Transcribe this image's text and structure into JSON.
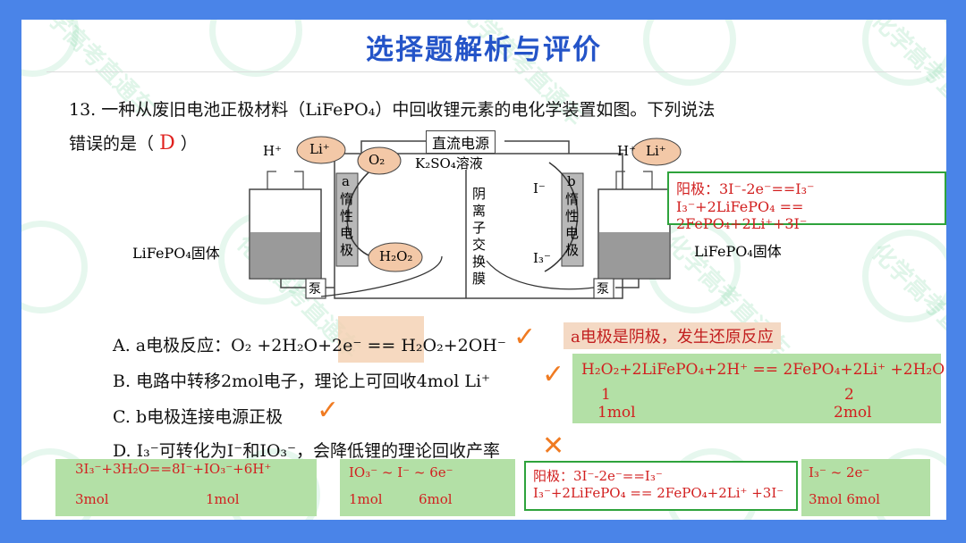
{
  "slide": {
    "title": "选择题解析与评价",
    "watermark": "化学高考直通车"
  },
  "question": {
    "line1": "13. 一种从废旧电池正极材料（LiFePO₄）中回收锂元素的电化学装置如图。下列说法",
    "line2_prefix": "错误的是（",
    "answer": "D",
    "line2_suffix": "）"
  },
  "diagram": {
    "power_label": "直流电源",
    "solution_label": "K₂SO₄溶液",
    "electrode_a": "a",
    "electrode_a_desc": "惰性电极",
    "electrode_b": "b",
    "electrode_b_desc": "惰性电极",
    "membrane_label": "阴离子交换膜",
    "o2": "O₂",
    "h2o2": "H₂O₂",
    "li_ion": "Li⁺",
    "h_ion": "H⁺",
    "i_minus": "I⁻",
    "i3_minus": "I₃⁻",
    "lifepo4_left": "LiFePO₄固体",
    "lifepo4_right": "LiFePO₄固体",
    "pump": "泵"
  },
  "options": {
    "a": "A. a电极反应：O₂ +2H₂O+2e⁻ == H₂O₂+2OH⁻",
    "b": "B. 电路中转移2mol电子，理论上可回收4mol Li⁺",
    "c": "C. b电极连接电源正极",
    "d": "D. I₃⁻可转化为I⁻和IO₃⁻，会降低锂的理论回收产率"
  },
  "marks": {
    "check": "✓",
    "cross": "✕"
  },
  "notes": {
    "anode_box_line1": "阳极：3I⁻-2e⁻==I₃⁻",
    "anode_box_line2": "I₃⁻+2LiFePO₄ == 2FePO₄+2Li⁺+3I⁻",
    "a_note": "a电极是阴极，发生还原反应",
    "b_eq": "H₂O₂+2LiFePO₄+2H⁺ == 2FePO₄+2Li⁺ +2H₂O",
    "b_coef_left": "1",
    "b_coef_right": "2",
    "b_mol_left": "1mol",
    "b_mol_right": "2mol",
    "d1_eq": "3I₃⁻+3H₂O==8I⁻+IO₃⁻+6H⁺",
    "d1_mol_left": "3mol",
    "d1_mol_right": "1mol",
    "d2_eq": "IO₃⁻ ~ I⁻ ~ 6e⁻",
    "d2_mol_left": "1mol",
    "d2_mol_right": "6mol",
    "d3_line1": "阳极：3I⁻-2e⁻==I₃⁻",
    "d3_line2": "I₃⁻+2LiFePO₄ == 2FePO₄+2Li⁺ +3I⁻",
    "d4_eq": "I₃⁻ ~ 2e⁻",
    "d4_mol": "3mol 6mol"
  }
}
